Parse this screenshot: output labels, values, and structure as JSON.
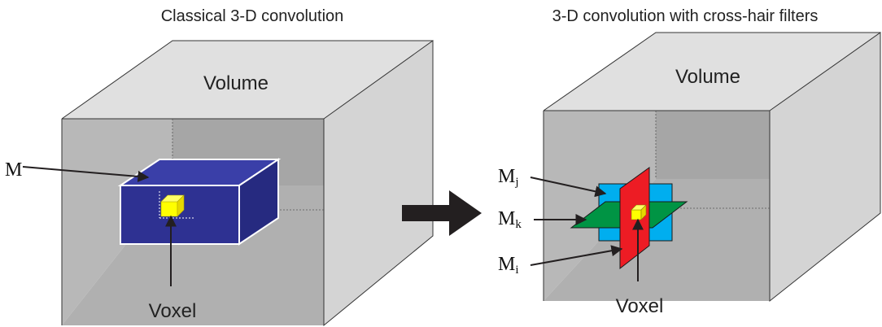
{
  "left_panel": {
    "title": "Classical 3-D convolution",
    "volume_label": "Volume",
    "filter_label": "M",
    "voxel_label": "Voxel"
  },
  "right_panel": {
    "title": "3-D convolution with cross-hair filters",
    "volume_label": "Volume",
    "filter_labels": {
      "j": {
        "base": "M",
        "sub": "j"
      },
      "k": {
        "base": "M",
        "sub": "k"
      },
      "i": {
        "base": "M",
        "sub": "i"
      }
    },
    "voxel_label": "Voxel"
  },
  "colors": {
    "cube_front": "#b3b3b3",
    "cube_side": "#cfcfcf",
    "cube_inner": "#a6a6a6",
    "filter_dark_blue": "#2e3192",
    "voxel_yellow": "#ffff00",
    "plane_blue": "#00aeef",
    "plane_red": "#ed1c24",
    "plane_green": "#009444",
    "arrow": "#231f20"
  }
}
